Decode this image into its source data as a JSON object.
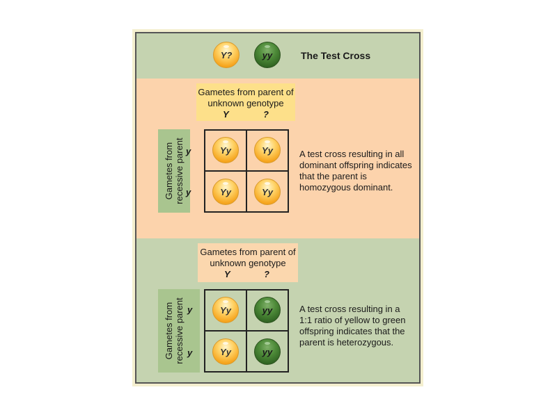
{
  "header": {
    "title": "The Test Cross",
    "parent_unknown": "Y?",
    "parent_recessive": "yy"
  },
  "crosses": [
    {
      "top_gametes_label": "Gametes from parent of unknown genotype",
      "top_alleles": [
        "Y",
        "?"
      ],
      "side_gametes_label": "Gametes from recessive parent",
      "side_alleles": [
        "y",
        "y"
      ],
      "offspring": [
        {
          "genotype": "Yy",
          "color": "yellow"
        },
        {
          "genotype": "Yy",
          "color": "yellow"
        },
        {
          "genotype": "Yy",
          "color": "yellow"
        },
        {
          "genotype": "Yy",
          "color": "yellow"
        }
      ],
      "description": "A test cross resulting in all dominant offspring indicates that the parent is homozygous dominant."
    },
    {
      "top_gametes_label": "Gametes from parent of unknown genotype",
      "top_alleles": [
        "Y",
        "?"
      ],
      "side_gametes_label": "Gametes from recessive parent",
      "side_alleles": [
        "y",
        "y"
      ],
      "offspring": [
        {
          "genotype": "Yy",
          "color": "yellow"
        },
        {
          "genotype": "yy",
          "color": "green"
        },
        {
          "genotype": "Yy",
          "color": "yellow"
        },
        {
          "genotype": "yy",
          "color": "green"
        }
      ],
      "description": "A test cross resulting in a 1:1 ratio of yellow to green offspring indicates that the parent is heterozygous."
    }
  ],
  "colors": {
    "green_band": "#c5d3b0",
    "peach_band": "#fcd3ac",
    "yellow_pea": "#f6a51e",
    "green_pea": "#2f6221",
    "gamete_box": "#fde08a",
    "side_box": "#a9c58f"
  }
}
